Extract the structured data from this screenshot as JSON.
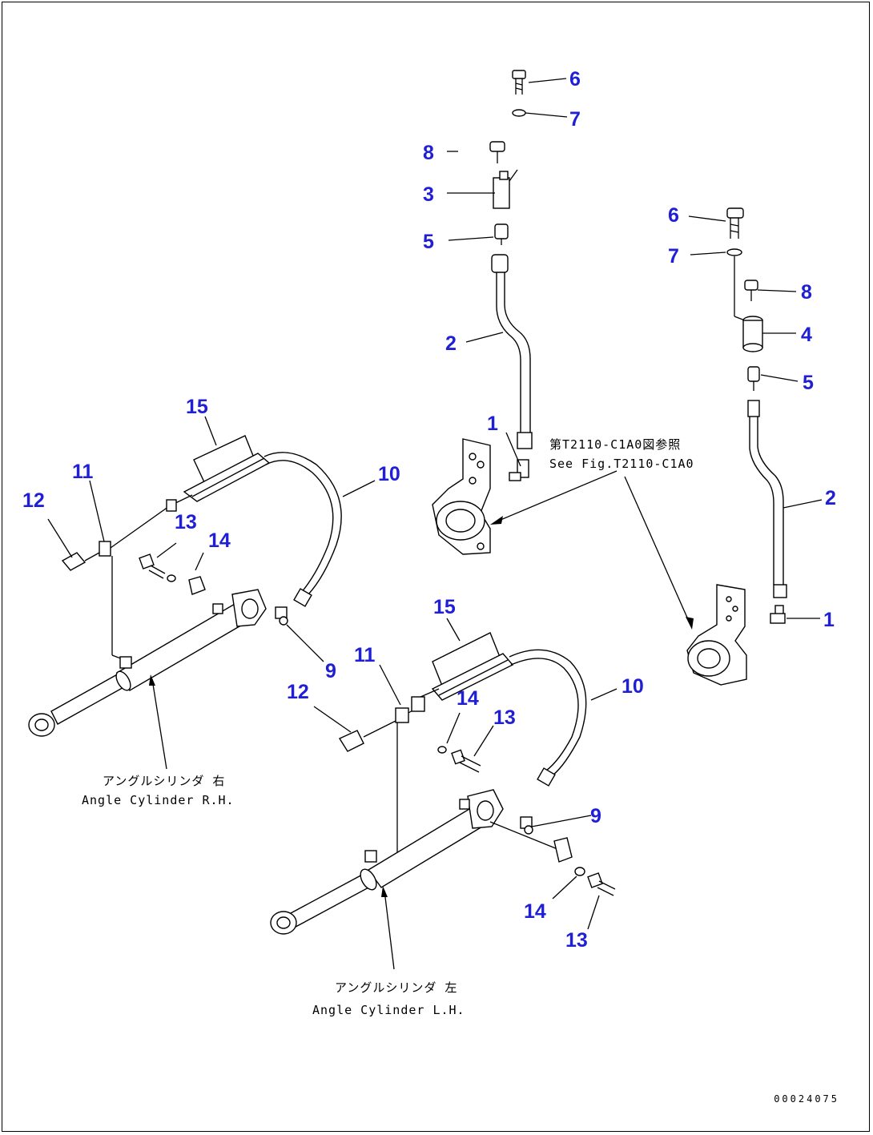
{
  "diagram": {
    "callouts": {
      "c6a": "6",
      "c7a": "7",
      "c8a": "8",
      "c3": "3",
      "c5a": "5",
      "c2a": "2",
      "c1a": "1",
      "c6b": "6",
      "c7b": "7",
      "c8b": "8",
      "c4": "4",
      "c5b": "5",
      "c2b": "2",
      "c1b": "1",
      "c15a": "15",
      "c11a": "11",
      "c12a": "12",
      "c13a": "13",
      "c14a": "14",
      "c10a": "10",
      "c9a": "9",
      "c15b": "15",
      "c11b": "11",
      "c12b": "12",
      "c14b": "14",
      "c13b": "13",
      "c10b": "10",
      "c9b": "9",
      "c14c": "14",
      "c13c": "13"
    },
    "notes": {
      "see_fig_jp": "第T2110-C1A0図参照",
      "see_fig_en": "See Fig.T2110-C1A0",
      "cyl_rh_jp": "アングルシリンダ 右",
      "cyl_rh_en": "Angle Cylinder R.H.",
      "cyl_lh_jp": "アングルシリンダ 左",
      "cyl_lh_en": "Angle Cylinder L.H."
    },
    "drawing_code": "00024075",
    "colors": {
      "callout": "#1f1fd6",
      "linework": "#000000"
    }
  }
}
